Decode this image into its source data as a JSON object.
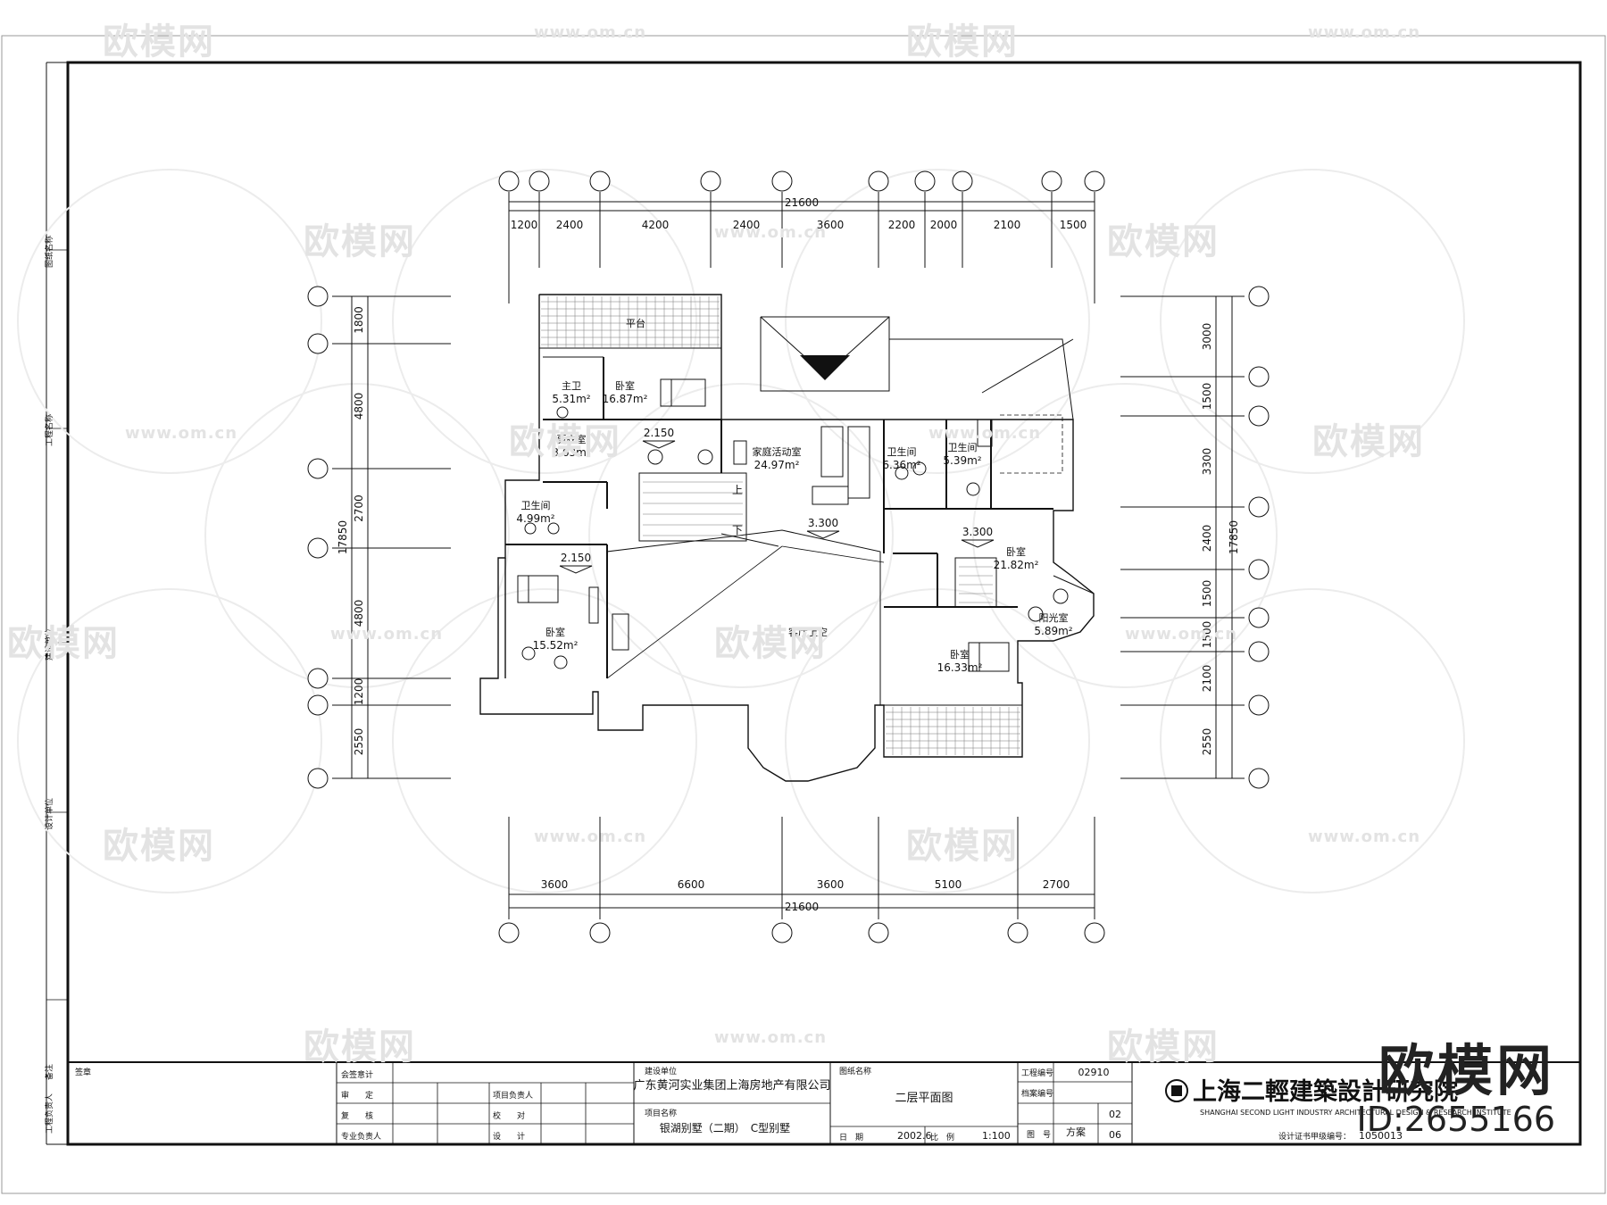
{
  "watermark": {
    "brand": "欧模网",
    "url": "www.om.cn"
  },
  "overlay": {
    "brand": "欧模网",
    "id": "ID:2655166"
  },
  "plan": {
    "top_total": "21600",
    "top_dims": [
      "1200",
      "2400",
      "4200",
      "2400",
      "3600",
      "2200",
      "2000",
      "2100",
      "1500"
    ],
    "bottom_total": "21600",
    "bottom_dims": [
      "3600",
      "6600",
      "3600",
      "5100",
      "2700"
    ],
    "left_total": "17850",
    "left_dims": [
      "1800",
      "4800",
      "2700",
      "4800",
      "1200",
      "2550"
    ],
    "right_total": "17850",
    "right_dims": [
      "3000",
      "1500",
      "3300",
      "2400",
      "1500",
      "1500",
      "2100",
      "2550"
    ],
    "rooms": [
      {
        "name": "平台",
        "area": ""
      },
      {
        "name": "主卫",
        "area": "5.31m²"
      },
      {
        "name": "卧室",
        "area": "16.87m²"
      },
      {
        "name": "更衣室",
        "area": "3.63m²"
      },
      {
        "name": "家庭活动室",
        "area": "24.97m²"
      },
      {
        "name": "卫生间",
        "area": "6.36m²"
      },
      {
        "name": "卫生间",
        "area": "5.39m²"
      },
      {
        "name": "卫生间",
        "area": "4.99m²"
      },
      {
        "name": "卧室",
        "area": "15.52m²"
      },
      {
        "name": "卧室",
        "area": "21.82m²"
      },
      {
        "name": "阳光室",
        "area": "5.89m²"
      },
      {
        "name": "卧室",
        "area": "16.33m²"
      },
      {
        "name": "客厅上空",
        "area": ""
      }
    ],
    "levels": [
      "2.150",
      "3.300",
      "3.300",
      "2.150"
    ],
    "stair_up": "上",
    "stair_down": "下"
  },
  "title_block": {
    "col1": [
      "签章"
    ],
    "col2": [
      "会签意计",
      "审　　定",
      "复　　核",
      "专业负责人"
    ],
    "col3": [
      "项目负责人",
      "校　　对",
      "设　　计"
    ],
    "client_label": "建设单位",
    "client": "广东黄河实业集团上海房地产有限公司",
    "project_label": "项目名称",
    "project": "银湖别墅（二期）　C型别墅",
    "drawing_label": "图纸名称",
    "drawing": "二层平面图",
    "date_label": "日　期",
    "date": "2002.6",
    "scale_label": "比　例",
    "scale": "1:100",
    "job_no_label": "工程编号",
    "job_no": "02910",
    "file_label": "档案编号",
    "sheet_label": "图　号",
    "stage": "方案",
    "sheet_no": "02",
    "sheet_total": "06",
    "cert_label": "设计证书甲级编号：",
    "cert_no": "1050013",
    "company": "上海二輕建築設計研究院",
    "company_en": "SHANGHAI SECOND LIGHT INDUSTRY ARCHITECTURAL DESIGN & RESEARCH INSTITUTE"
  },
  "side_strip": [
    "备注",
    "图纸名称",
    "工程名称",
    "建设单位",
    "设计单位",
    "工程负责人"
  ]
}
